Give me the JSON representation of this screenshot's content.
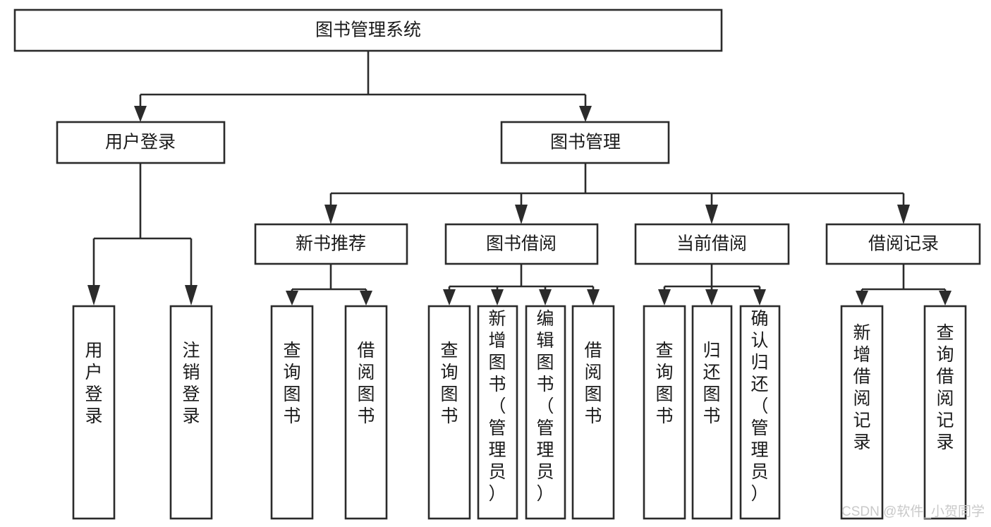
{
  "diagram": {
    "title": "图书管理系统",
    "type": "tree-hierarchy-chart",
    "orientation": "top-down",
    "colors": {
      "stroke": "#2b2b2b",
      "fill": "#ffffff",
      "text": "#1a1a1a",
      "background": "#ffffff",
      "watermark": "#c9c9c9"
    }
  },
  "root": {
    "id": "root",
    "label": "图书管理系统",
    "level": 0
  },
  "level1": [
    {
      "id": "user-login",
      "label": "用户登录",
      "level": 1,
      "parent": "root"
    },
    {
      "id": "book-manage",
      "label": "图书管理",
      "level": 1,
      "parent": "root"
    }
  ],
  "level2": [
    {
      "id": "new-book-recommend",
      "label": "新书推荐",
      "level": 2,
      "parent": "book-manage"
    },
    {
      "id": "book-borrow",
      "label": "图书借阅",
      "level": 2,
      "parent": "book-manage"
    },
    {
      "id": "current-borrow",
      "label": "当前借阅",
      "level": 2,
      "parent": "book-manage"
    },
    {
      "id": "borrow-record",
      "label": "借阅记录",
      "level": 2,
      "parent": "book-manage"
    }
  ],
  "leaves": [
    {
      "id": "leaf-user-login",
      "label": "用户登录",
      "parent": "user-login"
    },
    {
      "id": "leaf-user-logout",
      "label": "注销登录",
      "parent": "user-login"
    },
    {
      "id": "leaf-query-book-1",
      "label": "查询图书",
      "parent": "new-book-recommend"
    },
    {
      "id": "leaf-borrow-book-1",
      "label": "借阅图书",
      "parent": "new-book-recommend"
    },
    {
      "id": "leaf-query-book-2",
      "label": "查询图书",
      "parent": "book-borrow"
    },
    {
      "id": "leaf-add-book",
      "label": "新增图书（管理员）",
      "parent": "book-borrow"
    },
    {
      "id": "leaf-edit-book",
      "label": "编辑图书（管理员）",
      "parent": "book-borrow"
    },
    {
      "id": "leaf-borrow-book-2",
      "label": "借阅图书",
      "parent": "book-borrow"
    },
    {
      "id": "leaf-query-book-3",
      "label": "查询图书",
      "parent": "current-borrow"
    },
    {
      "id": "leaf-return-book",
      "label": "归还图书",
      "parent": "current-borrow"
    },
    {
      "id": "leaf-confirm-return",
      "label": "确认归还（管理员）",
      "parent": "current-borrow"
    },
    {
      "id": "leaf-add-record",
      "label": "新增借阅记录",
      "parent": "borrow-record"
    },
    {
      "id": "leaf-query-record",
      "label": "查询借阅记录",
      "parent": "borrow-record"
    }
  ],
  "watermark": {
    "text": "CSDN @软件_小贺同学"
  }
}
